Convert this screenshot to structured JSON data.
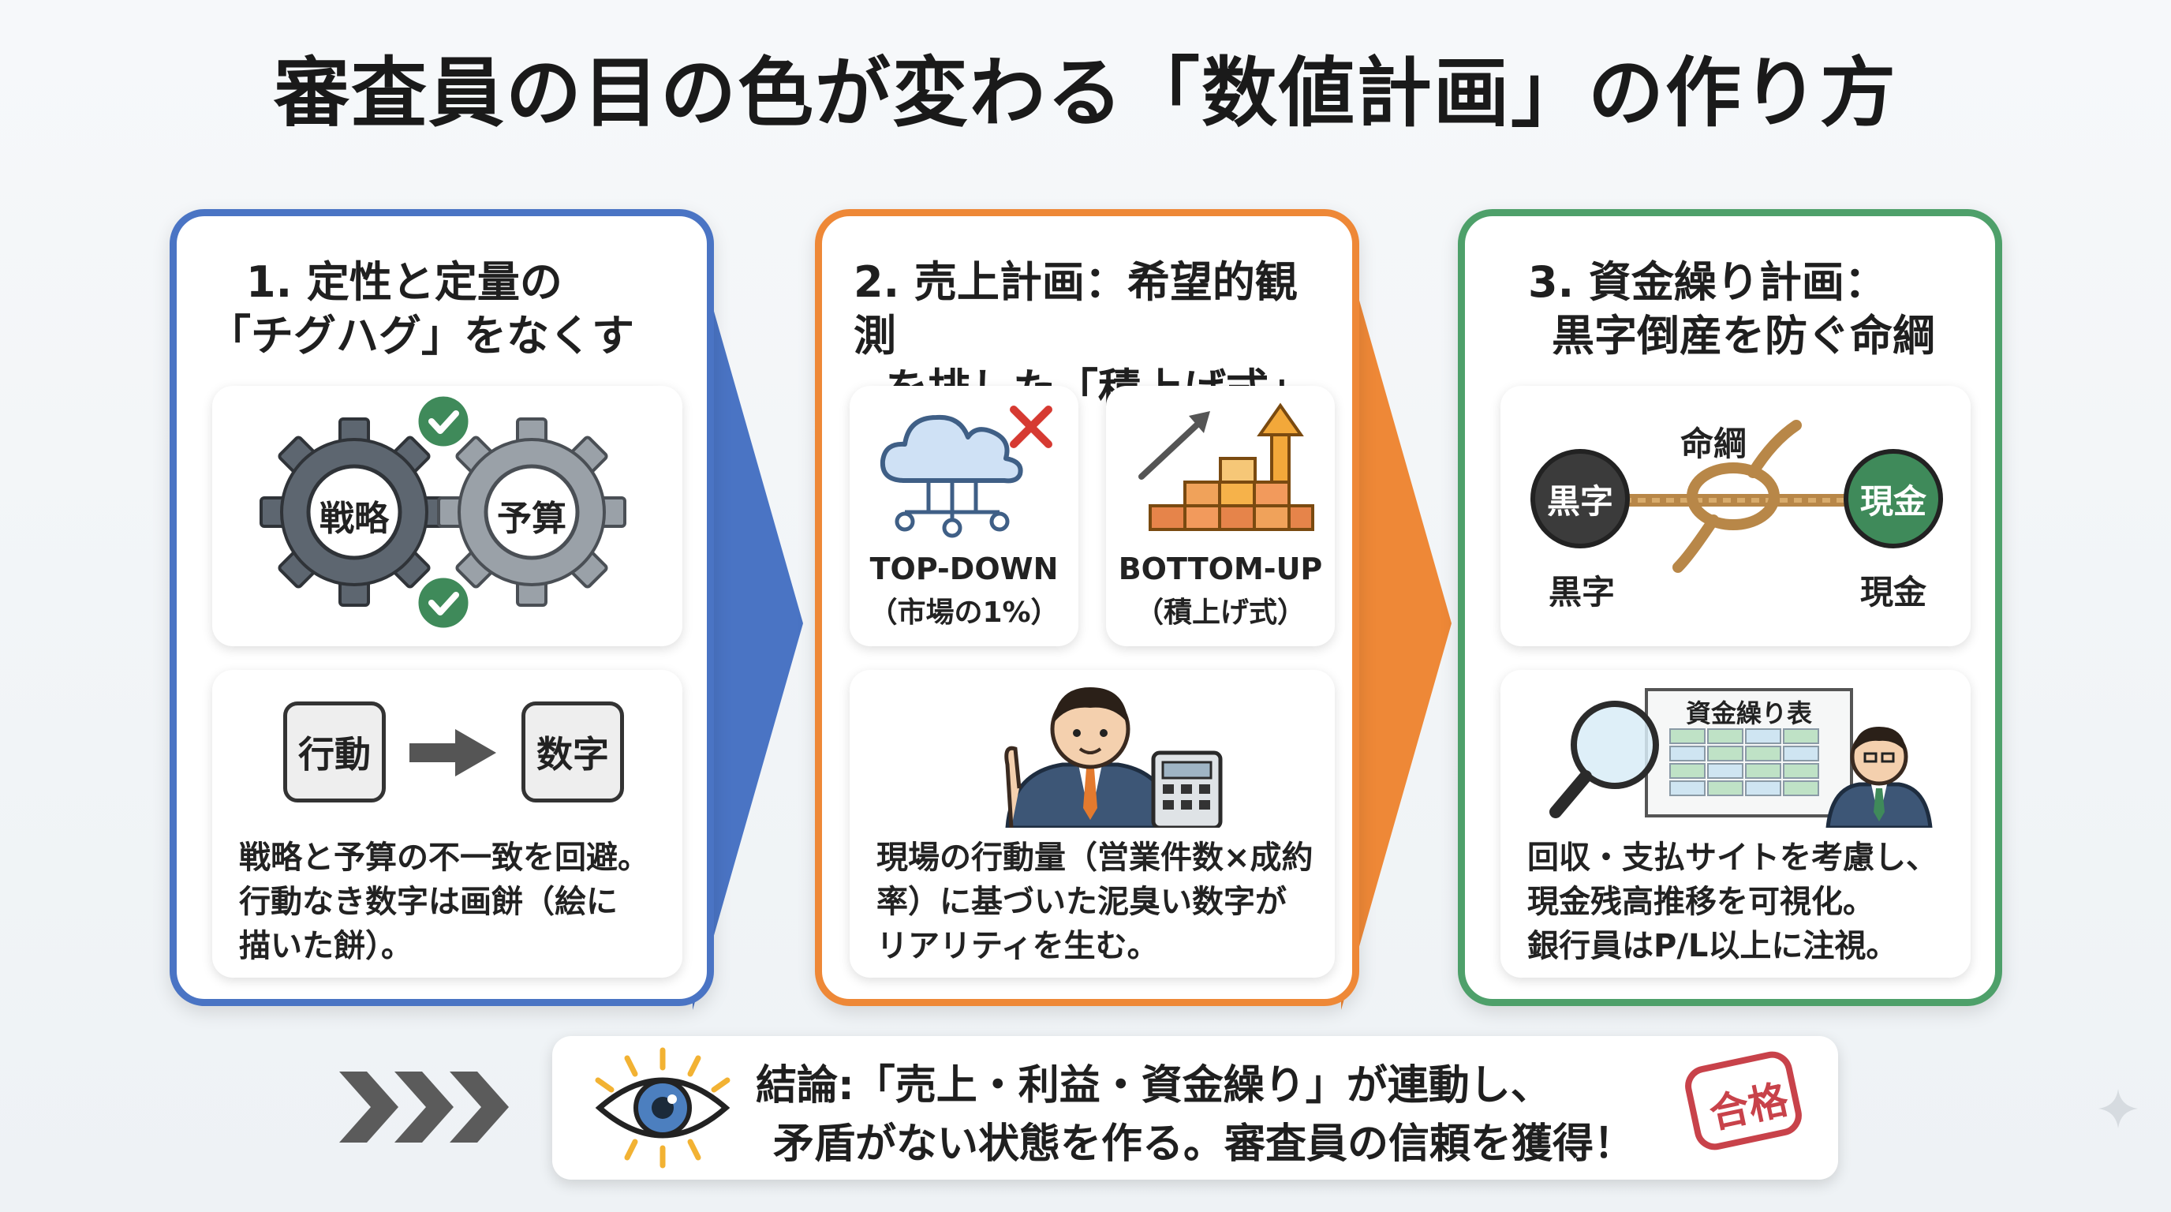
{
  "title": "審査員の目の色が変わる「数値計画」の作り方",
  "colors": {
    "blue": "#4a74c4",
    "orange": "#ee8837",
    "green": "#4ea06a",
    "stamp": "#c8424a"
  },
  "col1": {
    "title_line1": "1. 定性と定量の",
    "title_line2": "「チグハグ」をなくす",
    "gear_left": "戦略",
    "gear_right": "予算",
    "box_left": "行動",
    "box_right": "数字",
    "text_line1": "戦略と予算の不一致を回避。",
    "text_line2": "行動なき数字は画餅（絵に",
    "text_line3": "描いた餅）。"
  },
  "col2": {
    "title_line1": "2. 売上計画：希望的観測",
    "title_line2": "を排した「積上げ式」",
    "topdown_label": "TOP-DOWN",
    "topdown_sub": "（市場の1%）",
    "bottomup_label": "BOTTOM-UP",
    "bottomup_sub": "（積上げ式）",
    "text_line1": "現場の行動量（営業件数×成約",
    "text_line2": "率）に基づいた泥臭い数字が",
    "text_line3": "リアリティを生む。"
  },
  "col3": {
    "title_line1": "3. 資金繰り計画：",
    "title_line2": "黒字倒産を防ぐ命綱",
    "rope_label": "命綱",
    "left_circle": "黒字",
    "right_circle": "現金",
    "left_caption": "黒字",
    "right_caption": "現金",
    "sheet_title": "資金繰り表",
    "text_line1": "回収・支払サイトを考慮し、",
    "text_line2": "現金残高推移を可視化。",
    "text_line3": "銀行員はP/L以上に注視。"
  },
  "conclusion": {
    "line1": "結論:「売上・利益・資金繰り」が連動し、",
    "line2": "矛盾がない状態を作る。審査員の信頼を獲得！",
    "stamp": "合格"
  }
}
